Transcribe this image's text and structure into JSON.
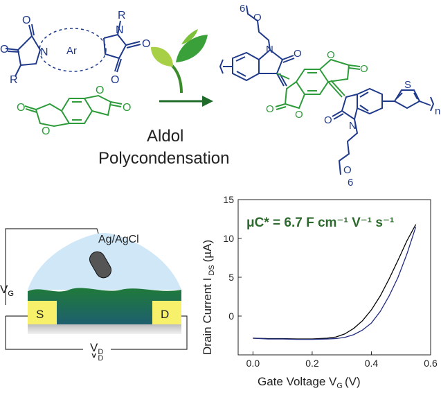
{
  "reaction": {
    "monomer_a": {
      "atoms": {
        "o1": "O",
        "o2": "O",
        "n": "N",
        "r": "R",
        "ar": "Ar",
        "n2": "N",
        "r2": "R",
        "o3": "O",
        "o4": "O"
      },
      "color": "#1f3a8a"
    },
    "monomer_b": {
      "atoms": {
        "o1": "O",
        "o2": "O",
        "o3": "O",
        "o4": "O"
      },
      "color": "#2e9b3a"
    },
    "arrow_color": "#1f6b2a",
    "leaf_icon": "sprout-icon",
    "process_line1": "Aldol",
    "process_line2": "Polycondensation",
    "polymer": {
      "side_chain_top": "6",
      "side_chain_bottom": "6",
      "atoms": {
        "o_top": "O",
        "n_top": "N",
        "o_ring1": "O",
        "o_ring2": "O",
        "o_ring3": "O",
        "o_ring4": "O",
        "o_ring5": "O",
        "o_ring6": "O",
        "s": "S",
        "n_bot": "N",
        "o_bot": "O"
      },
      "repeat": "n"
    }
  },
  "device": {
    "electrode_label": "Ag/AgCl",
    "source_label": "S",
    "drain_label": "D",
    "gate_voltage_label": "V",
    "gate_voltage_sub": "G",
    "drain_voltage_label": "V",
    "drain_voltage_sub": "D",
    "colors": {
      "electrolyte": "#cfe7f7",
      "film_top": "#1f7a3a",
      "film_bottom": "#1e5f6e",
      "contacts": "#f6f06a",
      "substrate": "#cccccc"
    }
  },
  "chart_data": {
    "type": "line",
    "annotation": "μC* = 6.7 F cm⁻¹ V⁻¹ s⁻¹",
    "xlabel": "Gate Voltage V",
    "xlabel_sub": "G",
    "xlabel_unit": "(V)",
    "ylabel": "Drain Current I",
    "ylabel_sub": "DS",
    "ylabel_unit": "(µA)",
    "xlim": [
      -0.05,
      0.6
    ],
    "ylim": [
      -5,
      15
    ],
    "xticks": [
      0.0,
      0.2,
      0.4,
      0.6
    ],
    "yticks": [
      0,
      5,
      10,
      15
    ],
    "xtick_labels": [
      "0.0",
      "0.2",
      "0.4",
      "0.6"
    ],
    "ytick_labels": [
      "0",
      "5",
      "10",
      "15"
    ],
    "series": [
      {
        "color": "#000000",
        "x": [
          0.0,
          0.05,
          0.1,
          0.15,
          0.2,
          0.25,
          0.28,
          0.31,
          0.34,
          0.37,
          0.4,
          0.43,
          0.46,
          0.49,
          0.52,
          0.55
        ],
        "y": [
          -2.85,
          -2.9,
          -2.9,
          -2.95,
          -2.95,
          -2.85,
          -2.7,
          -2.3,
          -1.6,
          -0.6,
          0.8,
          2.6,
          4.8,
          7.2,
          9.7,
          11.8
        ]
      },
      {
        "color": "#1f2a80",
        "x": [
          0.0,
          0.05,
          0.1,
          0.15,
          0.2,
          0.25,
          0.28,
          0.31,
          0.34,
          0.37,
          0.4,
          0.43,
          0.46,
          0.49,
          0.52,
          0.55
        ],
        "y": [
          -2.85,
          -2.95,
          -2.95,
          -3.0,
          -3.0,
          -2.95,
          -2.9,
          -2.75,
          -2.4,
          -1.8,
          -0.9,
          0.6,
          2.6,
          5.0,
          8.0,
          11.5
        ]
      }
    ]
  }
}
